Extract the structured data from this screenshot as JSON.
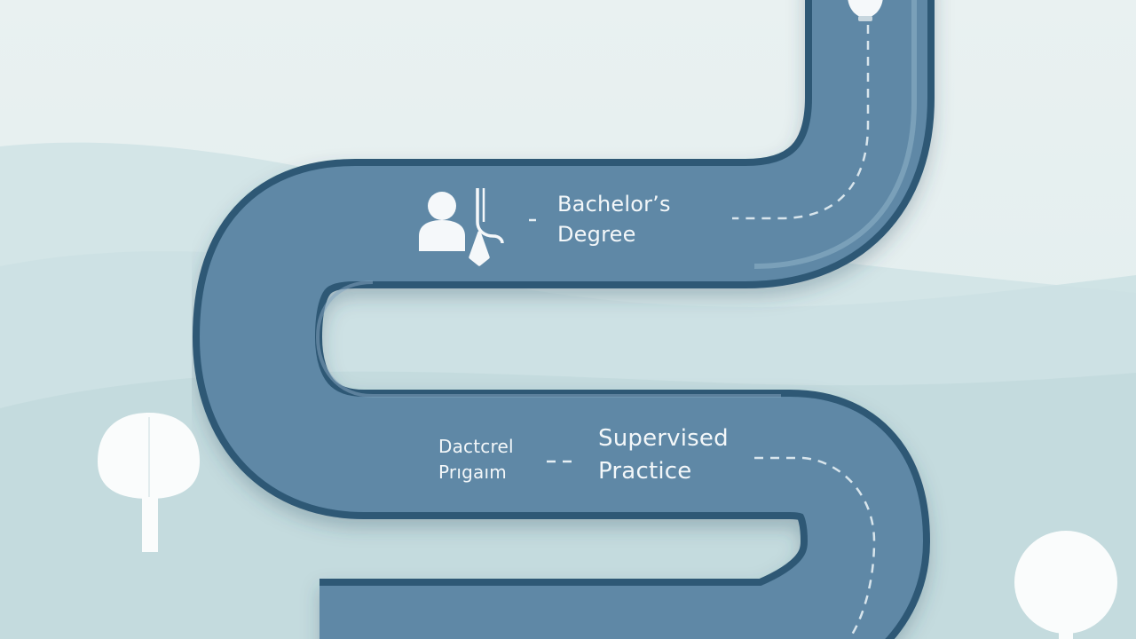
{
  "milestones": [
    {
      "id": "bachelors",
      "lines": [
        "Bachelor’s",
        "Degree"
      ]
    },
    {
      "id": "doctoral",
      "lines": [
        "Dactcrel",
        "Prıgaım"
      ]
    },
    {
      "id": "supervised",
      "lines": [
        "Supervised",
        "Practice"
      ]
    }
  ],
  "icons": [
    "person-icon",
    "pen-tool-icon",
    "tree-icon",
    "lightbulb-icon"
  ],
  "colors": {
    "background": "#e4eeef",
    "hills": "#c9dfe2",
    "road": "#5e88a6",
    "road_edge": "#2f5875",
    "road_highlight": "#8db0c6",
    "text": "#f3f7f9",
    "trees": "#fafcfc"
  }
}
